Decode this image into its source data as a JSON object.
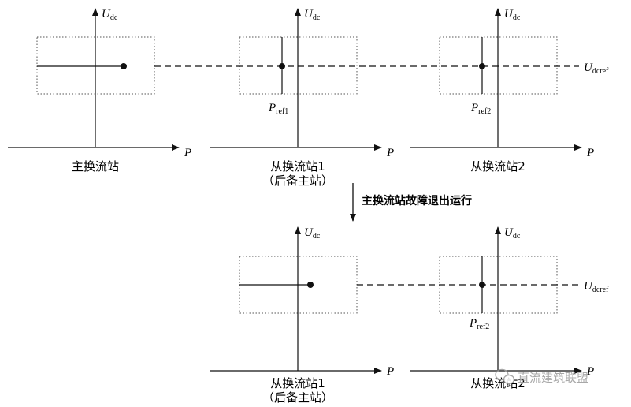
{
  "labels": {
    "y_axis_main": "U",
    "y_axis_sub": "dc",
    "x_axis": "P",
    "ref_main": "U",
    "ref_sub": "dcref",
    "pref1_main": "P",
    "pref1_sub": "ref1",
    "pref2_main": "P",
    "pref2_sub": "ref2"
  },
  "top": {
    "caption_master": "主换流站",
    "caption_slave1": "从换流站1",
    "caption_slave1_note": "（后备主站）",
    "caption_slave2": "从换流站2"
  },
  "transition": {
    "label": "主换流站故障退出运行"
  },
  "bottom": {
    "caption_slave1": "从换流站1",
    "caption_slave1_note": "（后备主站）",
    "caption_slave2": "从换流站2"
  },
  "watermark": {
    "text": "直流建筑联盟"
  },
  "colors": {
    "line": "#111111",
    "dotted_box": "#555555",
    "watermark": "#9a9a9a"
  }
}
